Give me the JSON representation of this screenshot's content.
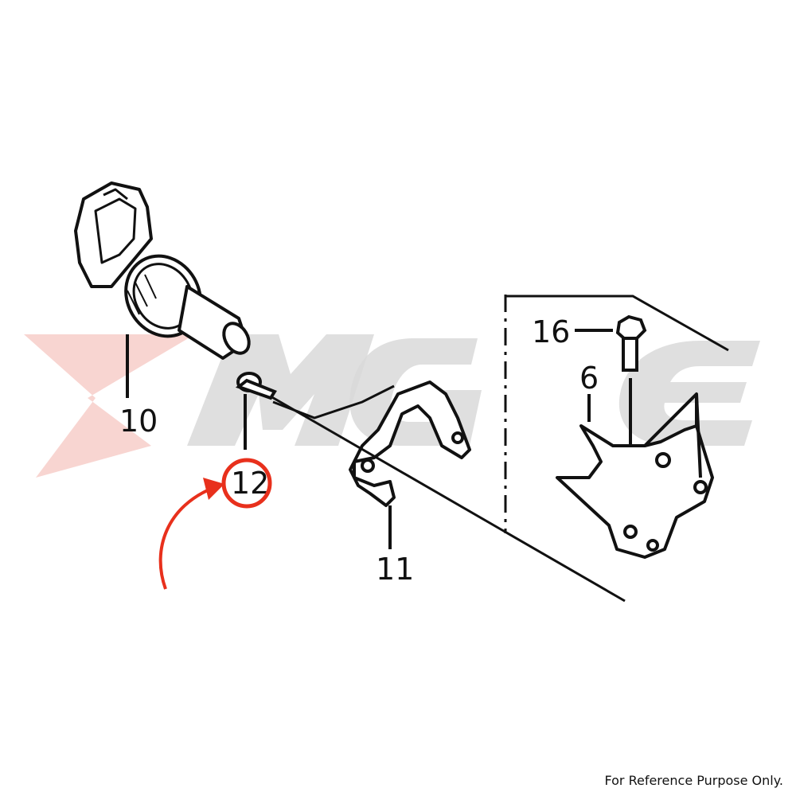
{
  "diagram": {
    "callouts": [
      {
        "id": "part-10",
        "label": "10"
      },
      {
        "id": "part-11",
        "label": "11"
      },
      {
        "id": "part-12",
        "label": "12",
        "highlighted": true
      },
      {
        "id": "part-16",
        "label": "16"
      },
      {
        "id": "part-6",
        "label": "6"
      }
    ],
    "highlight_color": "#e8301c",
    "line_color": "#111111"
  },
  "watermark": {
    "text": "MGE",
    "color": "#d9d9d9",
    "accent": "#f2b6b0"
  },
  "footer": {
    "note": "For Reference Purpose Only."
  }
}
